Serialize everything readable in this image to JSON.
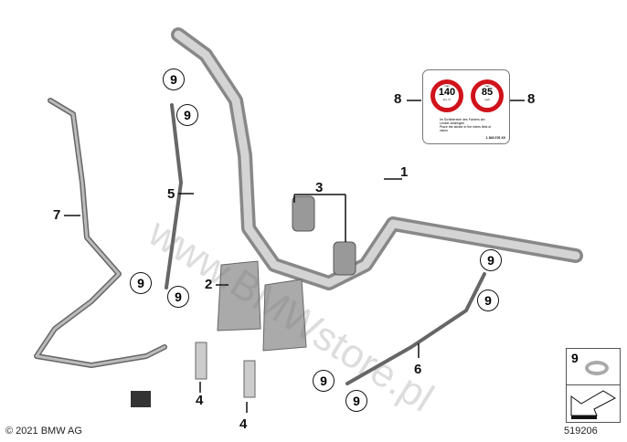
{
  "watermark": "www.BMWstore.pl",
  "copyright": "© 2021 BMW AG",
  "diagram_id": "519206",
  "callouts": {
    "c1": "1",
    "c2": "2",
    "c3": "3",
    "c4a": "4",
    "c4b": "4",
    "c5": "5",
    "c6": "6",
    "c7": "7",
    "c8a": "8",
    "c8b": "8",
    "c9": "9"
  },
  "sticker": {
    "sign1_value": "140",
    "sign1_unit": "km / h",
    "sign1_top": "max",
    "sign2_value": "85",
    "sign2_unit": "mph",
    "sign2_top": "max",
    "text_de": "Im Sichtbereich des Fahrers am Lenker anbringen",
    "text_en": "Place the sticker in the riders field of vision",
    "part_no": "1 843 076 XX"
  },
  "legend": {
    "label": "9"
  }
}
